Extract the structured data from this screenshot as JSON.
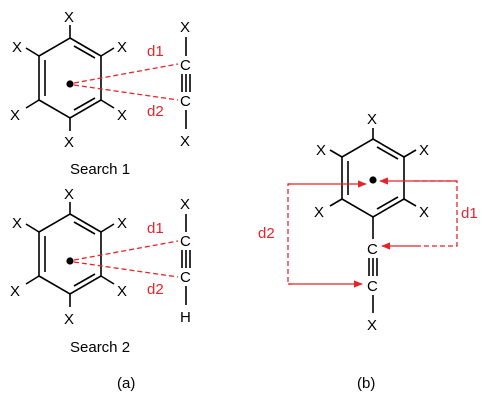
{
  "colors": {
    "bond": "#000000",
    "distance": "#e3252b"
  },
  "labels": {
    "x": "X",
    "c": "C",
    "h": "H",
    "d1": "d1",
    "d2": "d2"
  },
  "captions": {
    "search1": "Search 1",
    "search2": "Search 2",
    "panel_a": "(a)",
    "panel_b": "(b)"
  },
  "molecules": [
    {
      "id": "search1",
      "ring_substituents": "X",
      "alkyne_end_top": "X",
      "alkyne_end_bottom": "X",
      "bond": "triple"
    },
    {
      "id": "search2",
      "ring_substituents": "X",
      "alkyne_end_top": "X",
      "alkyne_end_bottom": "H",
      "bond": "triple"
    },
    {
      "id": "panel_b",
      "ring_substituents": "X",
      "alkyne_end_top": "C",
      "alkyne_end_bottom": "X",
      "bond": "triple"
    }
  ]
}
